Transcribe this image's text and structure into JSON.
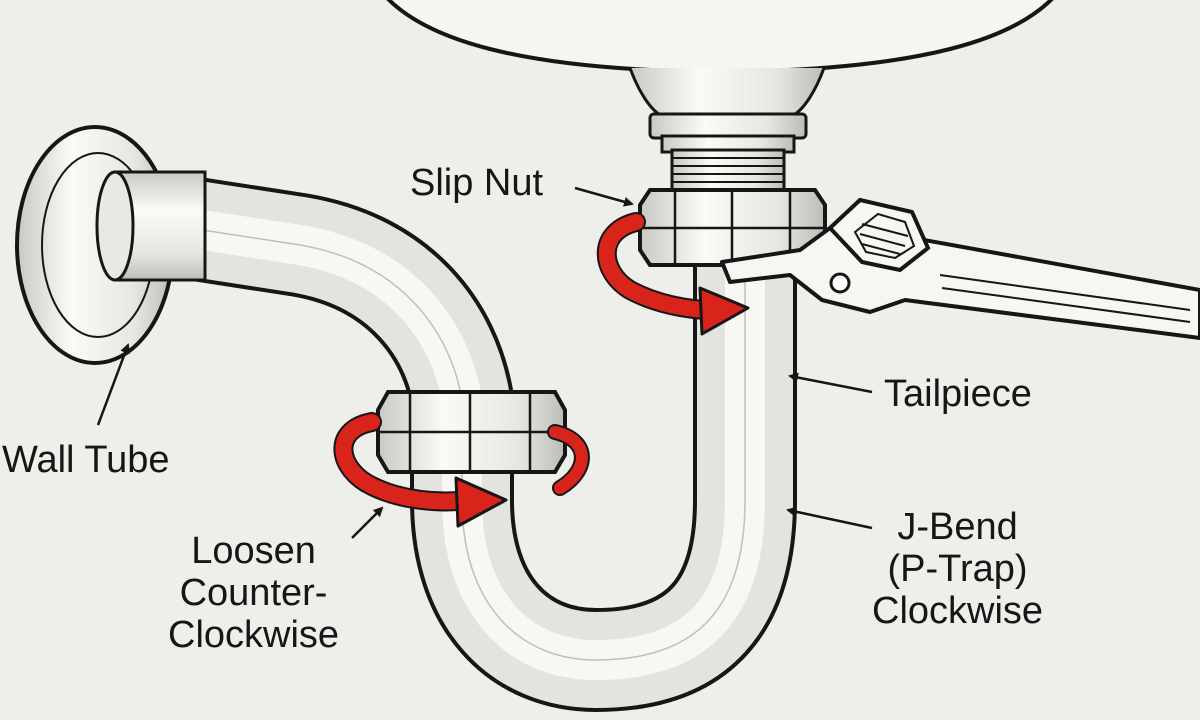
{
  "labels": {
    "slip_nut": "Slip Nut",
    "tailpiece": "Tailpiece",
    "wall_tube": "Wall Tube",
    "loosen": [
      "Loosen",
      "Counter-",
      "Clockwise"
    ],
    "jbend": [
      "J-Bend",
      "(P-Trap)",
      "Clockwise"
    ]
  },
  "colors": {
    "arrow_red": "#d9241c",
    "ink": "#161616",
    "metal": "#f4f4f1",
    "background": "#eeeeeb"
  },
  "icons": [
    "sink-basin",
    "wall-flange",
    "slip-nut",
    "rotation-arrow",
    "adjustable-wrench"
  ]
}
